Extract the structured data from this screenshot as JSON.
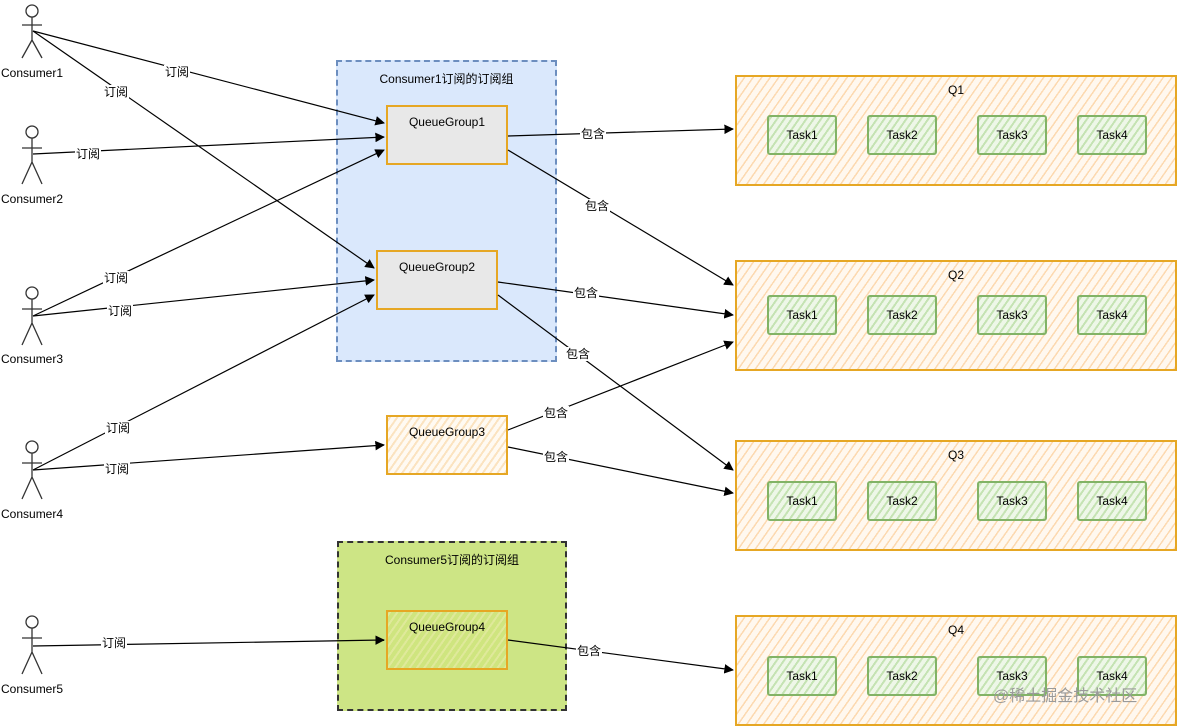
{
  "actors": [
    {
      "id": "c1",
      "label": "Consumer1"
    },
    {
      "id": "c2",
      "label": "Consumer2"
    },
    {
      "id": "c3",
      "label": "Consumer3"
    },
    {
      "id": "c4",
      "label": "Consumer4"
    },
    {
      "id": "c5",
      "label": "Consumer5"
    }
  ],
  "regions": {
    "consumer1": {
      "title": "Consumer1订阅的订阅组",
      "fill": "#dae8fc",
      "border": "#6c8ebf"
    },
    "consumer5": {
      "title": "Consumer5订阅的订阅组",
      "fill": "#cde585",
      "border": "#333333"
    }
  },
  "queue_groups": [
    {
      "id": "qg1",
      "label": "QueueGroup1"
    },
    {
      "id": "qg2",
      "label": "QueueGroup2"
    },
    {
      "id": "qg3",
      "label": "QueueGroup3"
    },
    {
      "id": "qg4",
      "label": "QueueGroup4"
    }
  ],
  "queues": [
    {
      "id": "q1",
      "label": "Q1",
      "tasks": [
        "Task1",
        "Task2",
        "Task3",
        "Task4"
      ]
    },
    {
      "id": "q2",
      "label": "Q2",
      "tasks": [
        "Task1",
        "Task2",
        "Task3",
        "Task4"
      ]
    },
    {
      "id": "q3",
      "label": "Q3",
      "tasks": [
        "Task1",
        "Task2",
        "Task3",
        "Task4"
      ]
    },
    {
      "id": "q4",
      "label": "Q4",
      "tasks": [
        "Task1",
        "Task2",
        "Task3",
        "Task4"
      ]
    }
  ],
  "edge_labels": {
    "subscribe": "订阅",
    "contains": "包含"
  },
  "subscriptions": [
    {
      "from": "Consumer1",
      "to": "QueueGroup1"
    },
    {
      "from": "Consumer1",
      "to": "QueueGroup2"
    },
    {
      "from": "Consumer2",
      "to": "QueueGroup1"
    },
    {
      "from": "Consumer3",
      "to": "QueueGroup1"
    },
    {
      "from": "Consumer3",
      "to": "QueueGroup2"
    },
    {
      "from": "Consumer4",
      "to": "QueueGroup2"
    },
    {
      "from": "Consumer4",
      "to": "QueueGroup3"
    },
    {
      "from": "Consumer5",
      "to": "QueueGroup4"
    }
  ],
  "containment": [
    {
      "from": "QueueGroup1",
      "to": "Q1"
    },
    {
      "from": "QueueGroup1",
      "to": "Q2"
    },
    {
      "from": "QueueGroup2",
      "to": "Q2"
    },
    {
      "from": "QueueGroup2",
      "to": "Q3"
    },
    {
      "from": "QueueGroup3",
      "to": "Q2"
    },
    {
      "from": "QueueGroup3",
      "to": "Q3"
    },
    {
      "from": "QueueGroup4",
      "to": "Q4"
    }
  ],
  "watermark": "@稀土掘金技术社区"
}
